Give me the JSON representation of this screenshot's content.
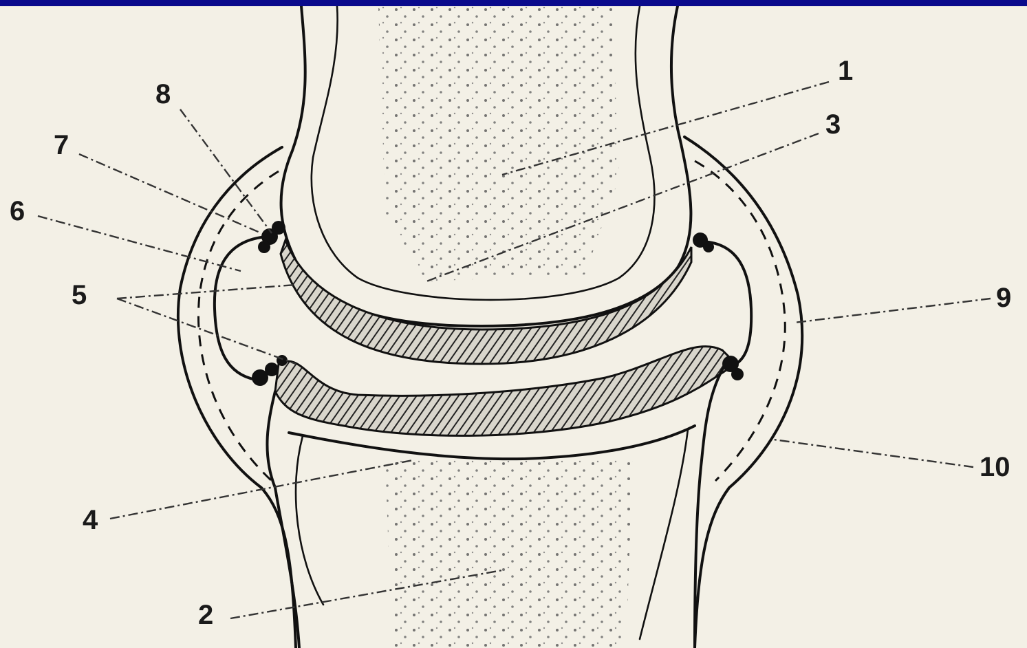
{
  "diagram": {
    "labels": {
      "l1": "1",
      "l2": "2",
      "l3": "3",
      "l4": "4",
      "l5": "5",
      "l6": "6",
      "l7": "7",
      "l8": "8",
      "l9": "9",
      "l10": "10"
    }
  },
  "colors": {
    "header_bar": "#0a0a8c",
    "background": "#f3f0e6",
    "ink": "#111111"
  }
}
